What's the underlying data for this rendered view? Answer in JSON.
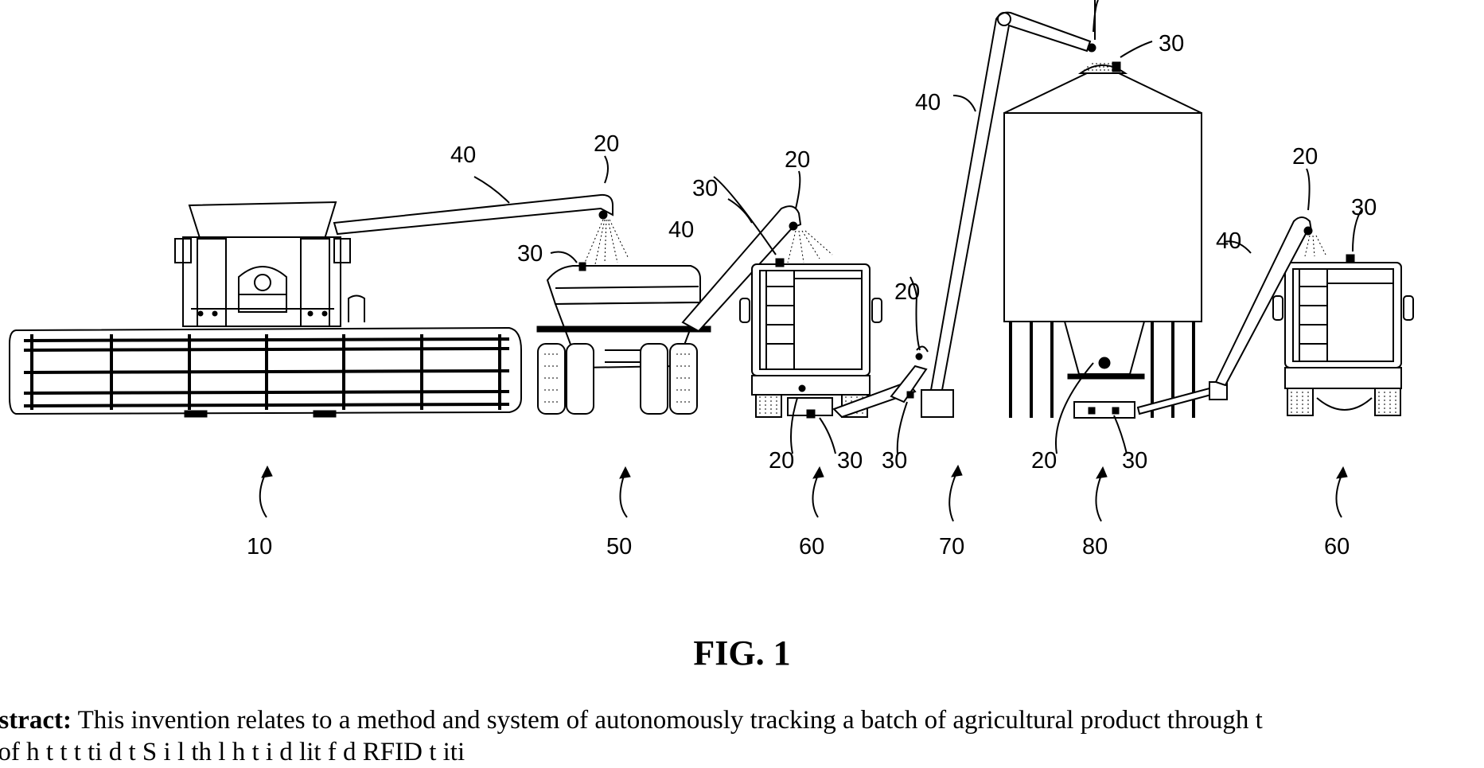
{
  "figure": {
    "caption": "FIG. 1",
    "abstract_label": "bstract:",
    "abstract_text": "This invention relates to a method and system of autonomously tracking a batch of agricultural product through t",
    "abstract_second_line": "t     of h         t t     t ti      d t       S  i l      th  l   h       t       i    d     lit  f          d RFID t          iti"
  },
  "reference_numerals": {
    "n10": "10",
    "n20": "20",
    "n30": "30",
    "n40": "40",
    "n50": "50",
    "n60": "60",
    "n70": "70",
    "n80": "80"
  }
}
